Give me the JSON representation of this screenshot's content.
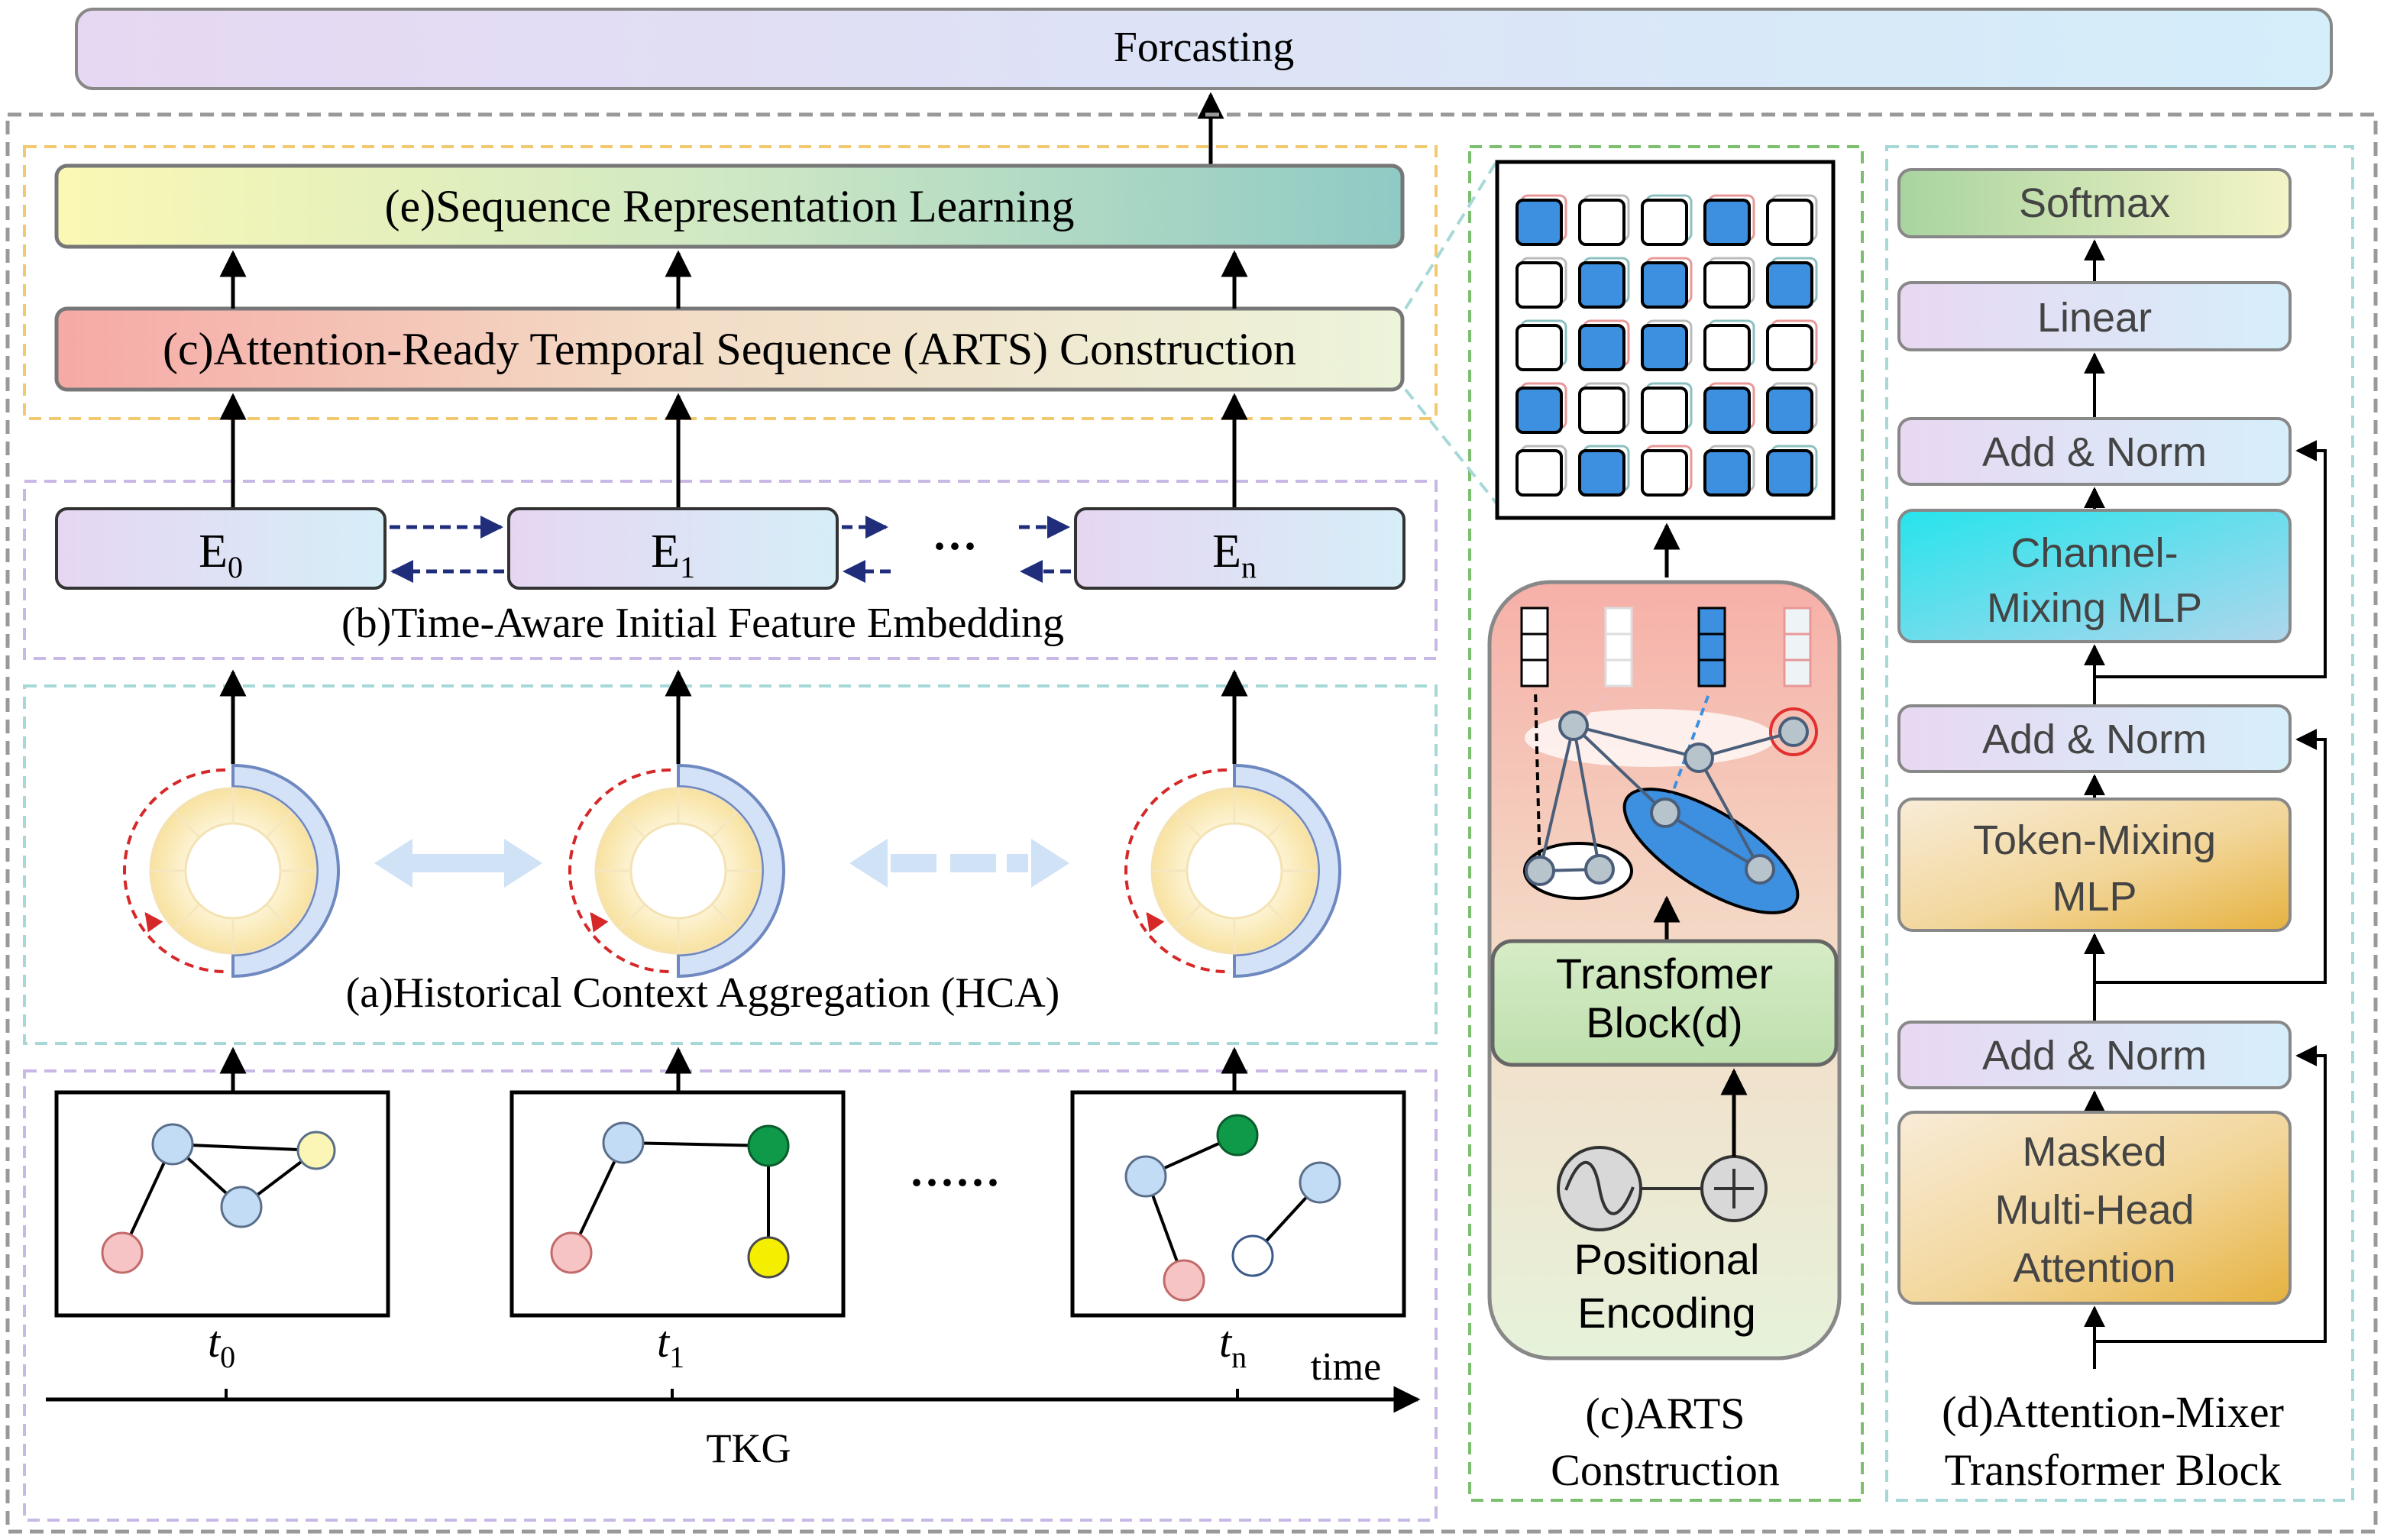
{
  "top": {
    "forecasting": "Forcasting"
  },
  "left": {
    "seq_learning": "(e)Sequence Representation Learning",
    "arts": "(c)Attention-Ready Temporal Sequence (ARTS) Construction",
    "embeddings": [
      {
        "base": "E",
        "sub": "0"
      },
      {
        "base": "E",
        "sub": "1"
      },
      {
        "base": "E",
        "sub": "n"
      }
    ],
    "ellipsis_embed": "···",
    "tafe": "(b)Time-Aware Initial Feature Embedding",
    "hca": "(a)Historical Context Aggregation (HCA)",
    "snapshot_ellipsis": "······",
    "time_ticks": [
      {
        "base": "t",
        "sub": "0"
      },
      {
        "base": "t",
        "sub": "1"
      },
      {
        "base": "t",
        "sub": "n"
      }
    ],
    "time_label": "time",
    "tkg_label": "TKG"
  },
  "middle": {
    "transformer_block": [
      "Transfomer",
      "Block(d)"
    ],
    "positional_encoding": [
      "Positional",
      "Encoding"
    ],
    "caption": [
      "(c)ARTS",
      "Construction"
    ],
    "matrix": [
      [
        1,
        0,
        0,
        1,
        0
      ],
      [
        0,
        1,
        1,
        0,
        1
      ],
      [
        0,
        1,
        1,
        0,
        0
      ],
      [
        1,
        0,
        0,
        1,
        1
      ],
      [
        0,
        1,
        0,
        1,
        1
      ]
    ]
  },
  "right": {
    "softmax": "Softmax",
    "linear": "Linear",
    "add_norm": "Add & Norm",
    "channel_mixing": [
      "Channel-",
      "Mixing MLP"
    ],
    "token_mixing": [
      "Token-Mixing",
      "MLP"
    ],
    "masked_attention": [
      "Masked",
      "Multi-Head",
      "Attention"
    ],
    "caption": [
      "(d)Attention-Mixer",
      "Transformer Block"
    ]
  },
  "colors": {
    "blue_node": "#3d8fe0",
    "purple_dash": "#c8b8e6",
    "teal_dash": "#a6d8d8",
    "orange_dash": "#f2c971",
    "green_dash": "#7cbf6e",
    "embed_arrow": "#1f2d7a"
  }
}
